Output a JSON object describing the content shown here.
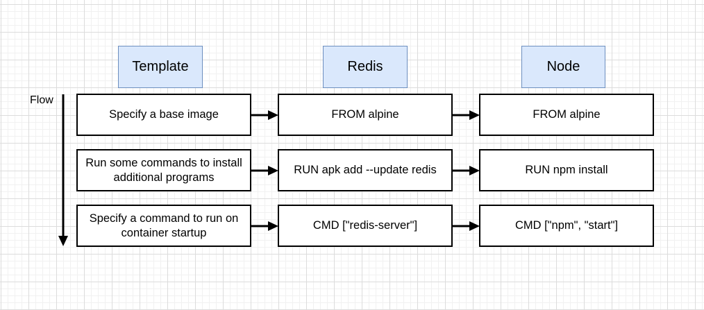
{
  "diagram": {
    "flow_label": "Flow",
    "columns": [
      {
        "header": "Template"
      },
      {
        "header": "Redis"
      },
      {
        "header": "Node"
      }
    ],
    "rows": [
      {
        "template": "Specify a base image",
        "redis": "FROM alpine",
        "node": "FROM alpine"
      },
      {
        "template": "Run some commands to install additional programs",
        "redis": "RUN apk add --update redis",
        "node": "RUN npm install"
      },
      {
        "template": "Specify a command to run on container startup",
        "redis": "CMD [\"redis-server\"]",
        "node": "CMD [\"npm\", \"start\"]"
      }
    ],
    "colors": {
      "header_fill": "#dae8fc",
      "header_stroke": "#6c8ebf",
      "box_stroke": "#000000",
      "grid": "#dcdcdc"
    }
  }
}
